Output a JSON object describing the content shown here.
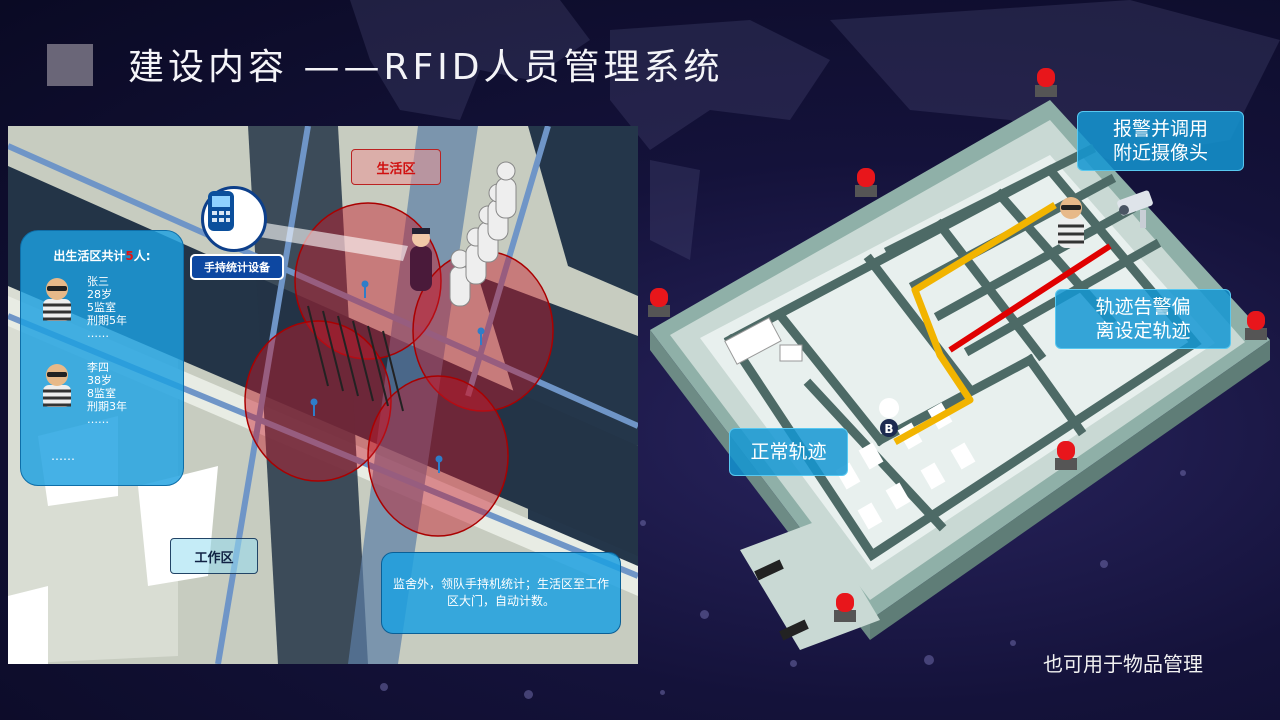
{
  "title": "建设内容 ——RFID人员管理系统",
  "map": {
    "zone_life": "生活区",
    "zone_work": "工作区",
    "device_label": "手持统计设备",
    "count_panel": {
      "title_prefix": "出生活区共计",
      "count": "5",
      "title_suffix": "人:",
      "people": [
        {
          "name": "张三",
          "age": "28岁",
          "cell": "5监室",
          "term": "刑期5年",
          "more": "……"
        },
        {
          "name": "李四",
          "age": "38岁",
          "cell": "8监室",
          "term": "刑期3年",
          "more": "……"
        }
      ],
      "more": "……"
    },
    "note": "监舍外，领队手持机统计；生活区至工作区大门，自动计数。"
  },
  "prison": {
    "marker": "B",
    "callouts": {
      "alarm": "报警并调用附近摄像头",
      "track": "轨迹告警偏离设定轨迹",
      "normal": "正常轨迹"
    }
  },
  "footnote": "也可用于物品管理",
  "colors": {
    "map_zone_red": "#c0202a",
    "panel_blue": "#1ca0e1",
    "normal_track": "#f2b400",
    "alarm_track": "#e00000"
  }
}
